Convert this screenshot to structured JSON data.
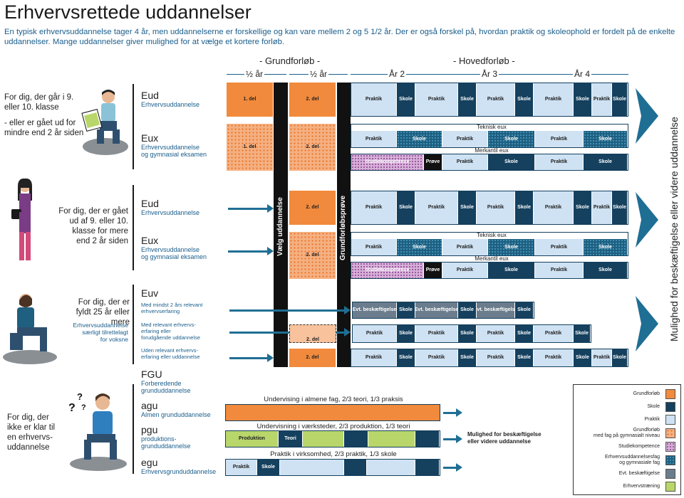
{
  "title": "Erhvervsrettede uddannelser",
  "intro": "En typisk erhvervsuddannelse tager 4 år, men uddannelserne er forskellige og kan vare mellem 2 og 5 1/2 år. Der er også forskel på, hvordan praktik og skoleophold er fordelt på de enkelte uddannelser. Mange uddannelser giver mulighed for at vælge et kortere forløb.",
  "headers": {
    "grundforloeb": "- Grundforløb -",
    "hovedforloeb": "- Hovedforløb -"
  },
  "years": {
    "half1": "½ år",
    "half2": "½ år",
    "y2": "År 2",
    "y3": "År 3",
    "y4": "År 4"
  },
  "groups": {
    "g1": {
      "line1": "For dig, der går i 9.",
      "line2": "eller 10. klasse",
      "line3": "- eller er gået ud for",
      "line4": "mindre end 2 år siden"
    },
    "g2": {
      "line1": "For dig, der er gået",
      "line2": "ud af 9. eller 10.",
      "line3": "klasse for mere",
      "line4": "end 2 år siden"
    },
    "g3": {
      "line1": "For dig, der er",
      "line2": "fyldt 25 år eller mere",
      "sub1": "Erhvervsuddannelse",
      "sub2": "særligt tilrettelagt",
      "sub3": "for voksne"
    },
    "g4": {
      "line1": "For dig, der",
      "line2": "ikke er klar til",
      "line3": "en erhvervs-",
      "line4": "uddannelse"
    }
  },
  "programs": {
    "eud1": {
      "name": "Eud",
      "sub": "Erhvervsuddannelse"
    },
    "eux1": {
      "name": "Eux",
      "sub1": "Erhvervsuddannelse",
      "sub2": "og gymnasial eksamen"
    },
    "eud2": {
      "name": "Eud",
      "sub": "Erhvervsuddannelse"
    },
    "eux2": {
      "name": "Eux",
      "sub1": "Erhvervsuddannelse",
      "sub2": "og gymnasial eksamen"
    },
    "euv": {
      "name": "Euv",
      "opt1a": "Med mindst 2 års relevant",
      "opt1b": "erhvervserfaring",
      "opt2a": "Med relevant erhvervs-",
      "opt2b": "erfaring eller",
      "opt2c": "forudgående uddannelse",
      "opt3a": "Uden relevant erhvervs-",
      "opt3b": "erfaring eller uddannelse"
    },
    "fgu": {
      "name": "FGU",
      "sub1": "Forberedende",
      "sub2": "grunduddannelse"
    },
    "agu": {
      "name": "agu",
      "sub": "Almen grunduddannelse"
    },
    "pgu": {
      "name": "pgu",
      "sub1": "produktions-",
      "sub2": "grunduddannelse"
    },
    "egu": {
      "name": "egu",
      "sub": "Erhvervsgrunduddannelse"
    }
  },
  "blocks": {
    "del1": "1. del",
    "del2": "2. del",
    "praktik": "Praktik",
    "skole": "Skole",
    "prove": "Prøve",
    "studie": "Studiekompetence",
    "evt1": "Evt.",
    "evt2": "beskæftigelse",
    "produktion": "Produktion",
    "teori": "Teori"
  },
  "bars": {
    "vaelg": "Vælg uddannelse",
    "grundprove": "Grundforløbsprøve"
  },
  "tracks": {
    "teknisk": "Teknisk eux",
    "merkantil": "Merkantil eux"
  },
  "fgu_captions": {
    "agu": "Undervising i almene fag, 2/3 teori, 1/3 praksis",
    "pgu": "Undervisning i værksteder, 2/3 produktion, 1/3 teori",
    "egu": "Praktik i virksomhed, 2/3 praktik, 1/3 skole"
  },
  "fgu_outcome": {
    "line1": "Mulighed for beskæftigelse",
    "line2": "eller videre uddannelse"
  },
  "side_label": "Mulighed for beskæftigelse eller videre uddannelse",
  "legend": {
    "grundforloeb": "Grundforløb",
    "skole": "Skole",
    "praktik": "Praktik",
    "gymfag1": "Grundforløb",
    "gymfag2": "med fag på gymnasialt niveau",
    "studie": "Studiekompetence",
    "eufag1": "Erhvervsuddannelsesfag",
    "eufag2": "og gymnasiale fag",
    "evt": "Evt. beskæftigelse",
    "traening": "Erhvervstræning"
  },
  "colors": {
    "orange": "#f18a3c",
    "navy": "#15405e",
    "light": "#cfe2f3",
    "grey": "#6b7c8c",
    "green": "#b8d66a",
    "accent": "#1a5e8c"
  },
  "icons": [
    "student-illustration",
    "woman-illustration",
    "adult-man-illustration",
    "thinking-man-illustration",
    "chevron-right-icon"
  ]
}
